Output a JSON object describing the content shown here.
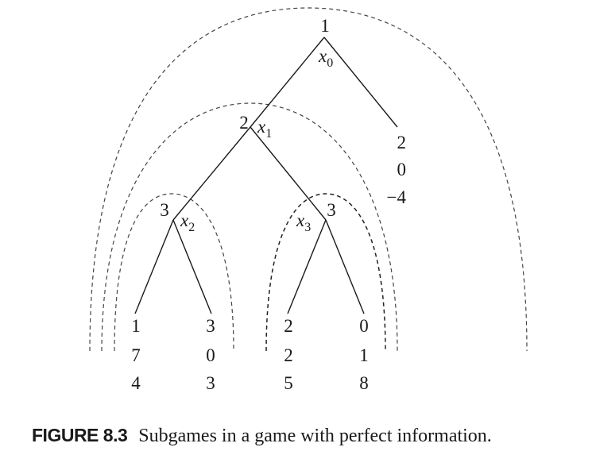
{
  "nodes": {
    "x0": {
      "player": "1",
      "var": "x",
      "sub": "0"
    },
    "x1": {
      "player": "2",
      "var": "x",
      "sub": "1"
    },
    "x2": {
      "player": "3",
      "var": "x",
      "sub": "2"
    },
    "x3": {
      "player": "3",
      "var": "x",
      "sub": "3"
    }
  },
  "payoffs": {
    "x0_right": [
      "2",
      "0",
      "−4"
    ],
    "x2_left": [
      "1",
      "7",
      "4"
    ],
    "x2_right": [
      "3",
      "0",
      "3"
    ],
    "x3_left": [
      "2",
      "2",
      "5"
    ],
    "x3_right": [
      "0",
      "1",
      "8"
    ]
  },
  "caption": {
    "figure_label": "FIGURE 8.3",
    "text": "Subgames in a game with perfect information."
  }
}
